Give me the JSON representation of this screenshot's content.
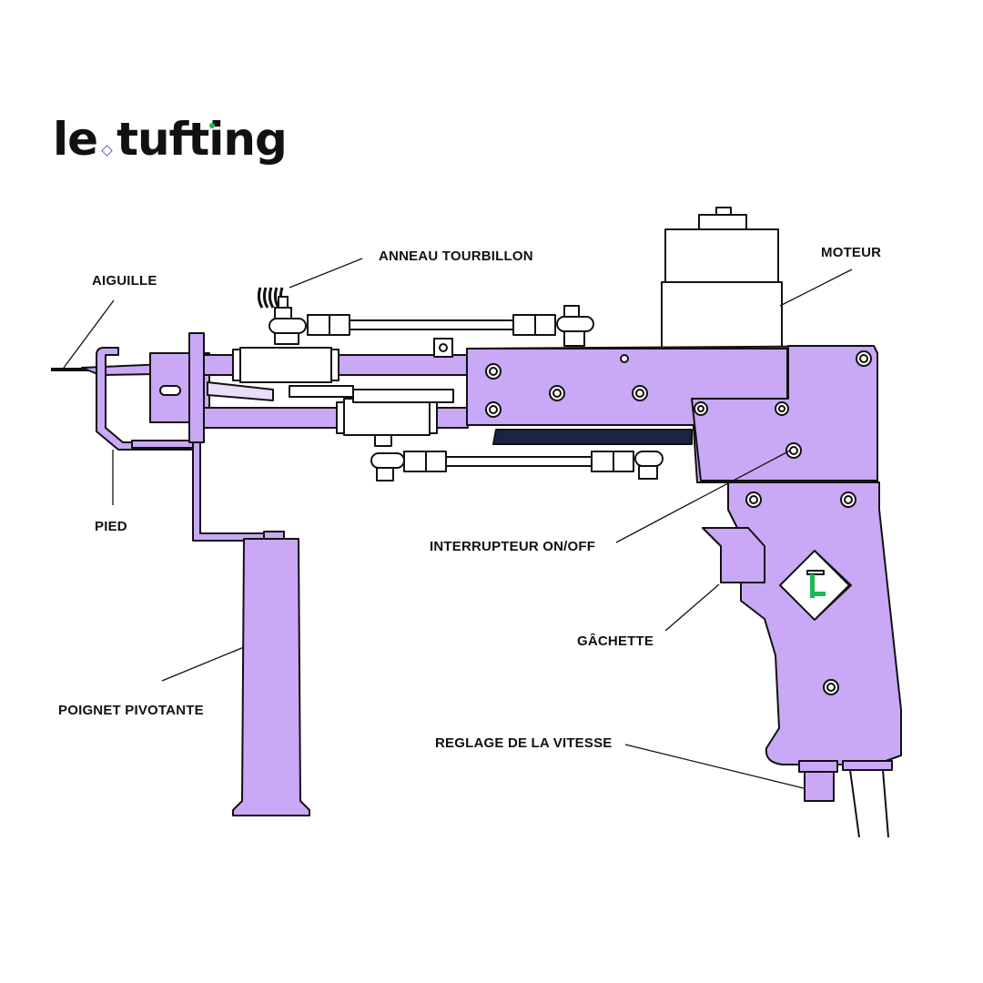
{
  "brand": {
    "name_left": "le",
    "name_right": "tufting",
    "accent_color": "#7b55c8",
    "dot_color": "#1db954"
  },
  "diagram": {
    "subject": "tufting gun (cut pile) annotated schematic",
    "fill_color": "#c9a8f5",
    "stroke_color": "#111111",
    "labels": {
      "aiguille": "AIGUILLE",
      "anneau": "ANNEAU TOURBILLON",
      "moteur": "MOTEUR",
      "pied": "PIED",
      "interrupteur": "INTERRUPTEUR ON/OFF",
      "gachette": "GÂCHETTE",
      "poignet": "POIGNET PIVOTANTE",
      "reglage": "REGLAGE DE LA VITESSE"
    }
  }
}
